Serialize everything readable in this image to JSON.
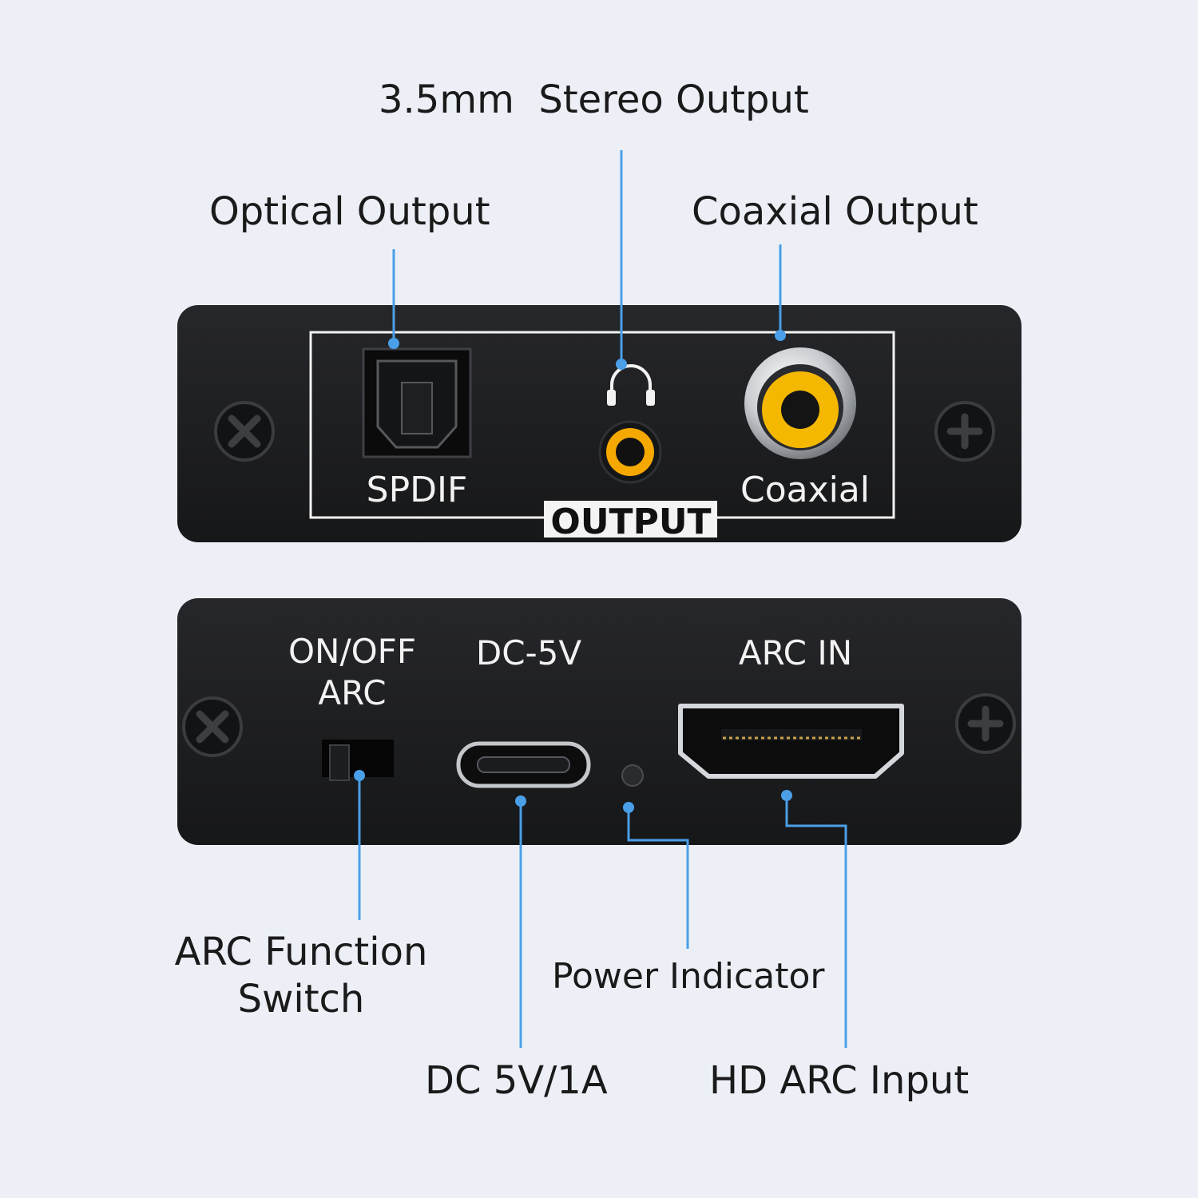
{
  "callouts": {
    "stereo_output": "3.5mm  Stereo Output",
    "optical_output": "Optical Output",
    "coaxial_output": "Coaxial Output",
    "arc_function_switch": [
      "ARC Function",
      "Switch"
    ],
    "power_indicator": "Power Indicator",
    "dc_power": "DC 5V/1A",
    "hd_arc_input": "HD ARC Input"
  },
  "front_panel": {
    "spdif": "SPDIF",
    "coaxial": "Coaxial",
    "output": "OUTPUT"
  },
  "rear_panel": {
    "on_off": "ON/OFF",
    "arc": "ARC",
    "dc_5v": "DC-5V",
    "arc_in": "ARC IN"
  },
  "icons": {
    "headphone": "headphone-icon",
    "screw": "screw-icon"
  },
  "colors": {
    "background": "#ecf0f6",
    "panel": "#1d1e20",
    "leader_line": "#4a9fe8",
    "rca_jack": "#f5b800"
  }
}
